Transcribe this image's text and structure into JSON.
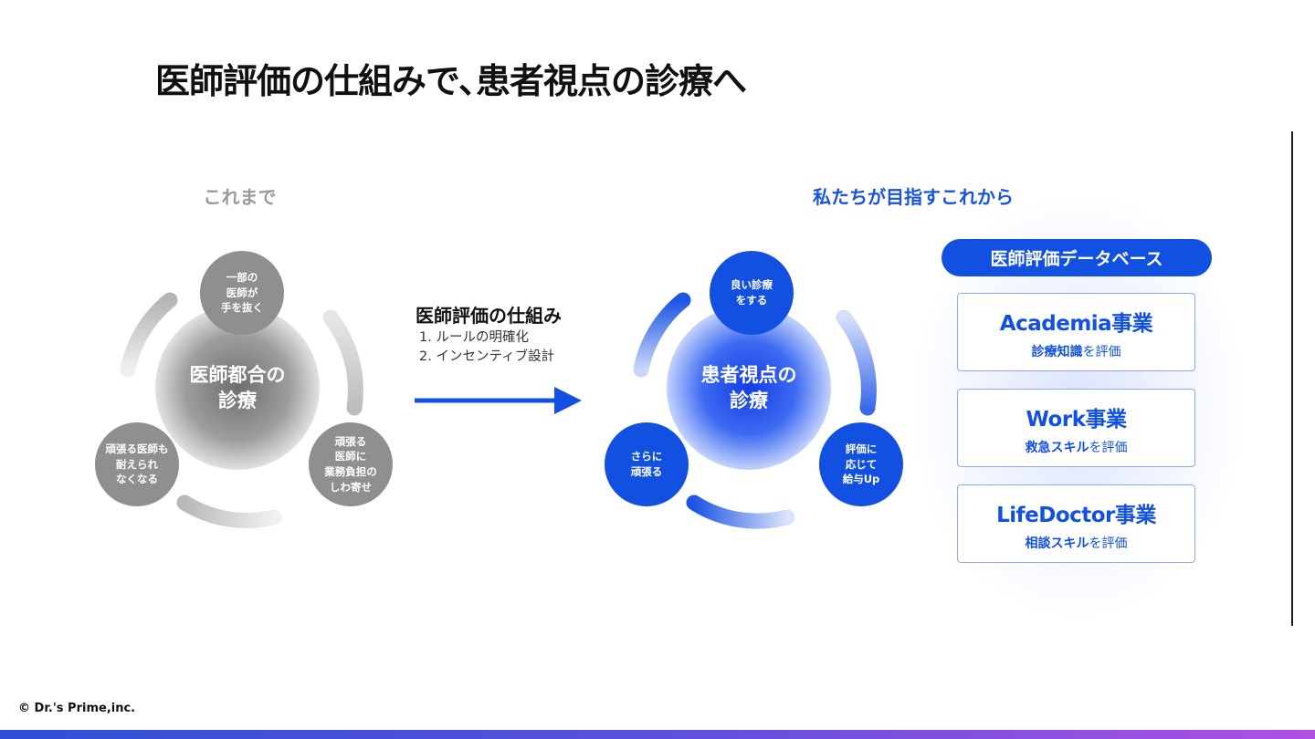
{
  "title": "医師評価の仕組みで､患者視点の診療へ",
  "before": {
    "label": "これまで",
    "center": [
      "医師都合の",
      "診療"
    ],
    "nodes": [
      [
        "一部の",
        "医師が",
        "手を抜く"
      ],
      [
        "頑張る",
        "医師に",
        "業務負担の",
        "しわ寄せ"
      ],
      [
        "頑張る医師も",
        "耐えられ",
        "なくなる"
      ]
    ]
  },
  "mechanism": {
    "title": "医師評価の仕組み",
    "items": [
      "1. ルールの明確化",
      "2. インセンティブ設計"
    ]
  },
  "after": {
    "label": "私たちが目指すこれから",
    "center": [
      "患者視点の",
      "診療"
    ],
    "nodes": [
      [
        "良い診療",
        "をする"
      ],
      [
        "評価に",
        "応じて",
        "給与Up"
      ],
      [
        "さらに",
        "頑張る"
      ]
    ]
  },
  "database": {
    "header": "医師評価データベース",
    "cards": [
      {
        "title": "Academia事業",
        "sub_bold": "診療知識",
        "sub_rest": "を評価"
      },
      {
        "title": "Work事業",
        "sub_bold": "救急スキル",
        "sub_rest": "を評価"
      },
      {
        "title": "LifeDoctor事業",
        "sub_bold": "相談スキル",
        "sub_rest": "を評価"
      }
    ]
  },
  "copyright": "© Dr.'s Prime,inc.",
  "colors": {
    "brand_blue": "#1150e0",
    "grey": "#8f8f8f"
  }
}
